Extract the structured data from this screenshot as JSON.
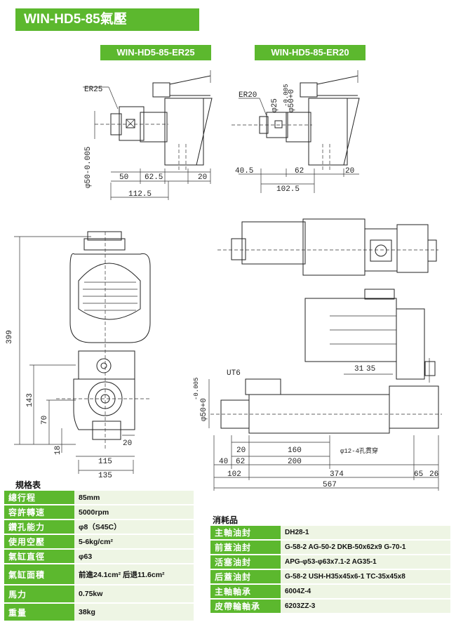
{
  "title": "WIN-HD5-85氣壓",
  "variants": [
    "WIN-HD5-85-ER25",
    "WIN-HD5-85-ER20"
  ],
  "dims_er25": {
    "collet": "ER25",
    "diameter": "φ50-0.005",
    "diameter_tol": "-0.005",
    "seg1": "50",
    "seg2": "62.5",
    "seg3": "20",
    "total": "112.5"
  },
  "dims_er20": {
    "collet": "ER20",
    "d25": "φ25",
    "d50": "φ50+0",
    "d50_tol": "-0.005",
    "seg1": "40.5",
    "seg2": "62",
    "seg3": "20",
    "total": "102.5"
  },
  "dims_front": {
    "height": "399",
    "h143": "143",
    "h70": "70",
    "h18": "18",
    "w20": "20",
    "w115": "115",
    "w135": "135"
  },
  "dims_side": {
    "thread": "UT6",
    "diameter": "φ50+0",
    "diameter_tol": "-0.005",
    "d31": "31",
    "d35": "35",
    "d20": "20",
    "d160": "160",
    "hole": "φ12-4孔貫穿",
    "d40": "40",
    "d62": "62",
    "d200": "200",
    "d102": "102",
    "d374": "374",
    "d65": "65",
    "d26": "26",
    "d567": "567"
  },
  "spec": {
    "heading": "規格表",
    "rows": [
      {
        "label": "總行程",
        "value": "85mm"
      },
      {
        "label": "容許轉速",
        "value": "5000rpm"
      },
      {
        "label": "鑽孔能力",
        "value": "φ8（S45C）"
      },
      {
        "label": "使用空壓",
        "value": "5-6kg/cm²"
      },
      {
        "label": "氣缸直徑",
        "value": "φ63"
      },
      {
        "label": "氣缸面積",
        "value": "前進24.1cm²   后退11.6cm²"
      },
      {
        "label": "馬力",
        "value": "0.75kw"
      },
      {
        "label": "重量",
        "value": "38kg"
      }
    ]
  },
  "consumables": {
    "heading": "消耗品",
    "rows": [
      {
        "label": "主軸油封",
        "value": "DH28-1"
      },
      {
        "label": "前蓋油封",
        "value": "G-58-2  AG-50-2  DKB-50x62x9  G-70-1"
      },
      {
        "label": "活塞油封",
        "value": "APG-φ53-φ63x7.1-2  AG35-1"
      },
      {
        "label": "后蓋油封",
        "value": "G-58-2  USH-H35x45x6-1  TC-35x45x8"
      },
      {
        "label": "主軸軸承",
        "value": "6004Z-4"
      },
      {
        "label": "皮帶輪軸承",
        "value": "6203ZZ-3"
      }
    ]
  }
}
